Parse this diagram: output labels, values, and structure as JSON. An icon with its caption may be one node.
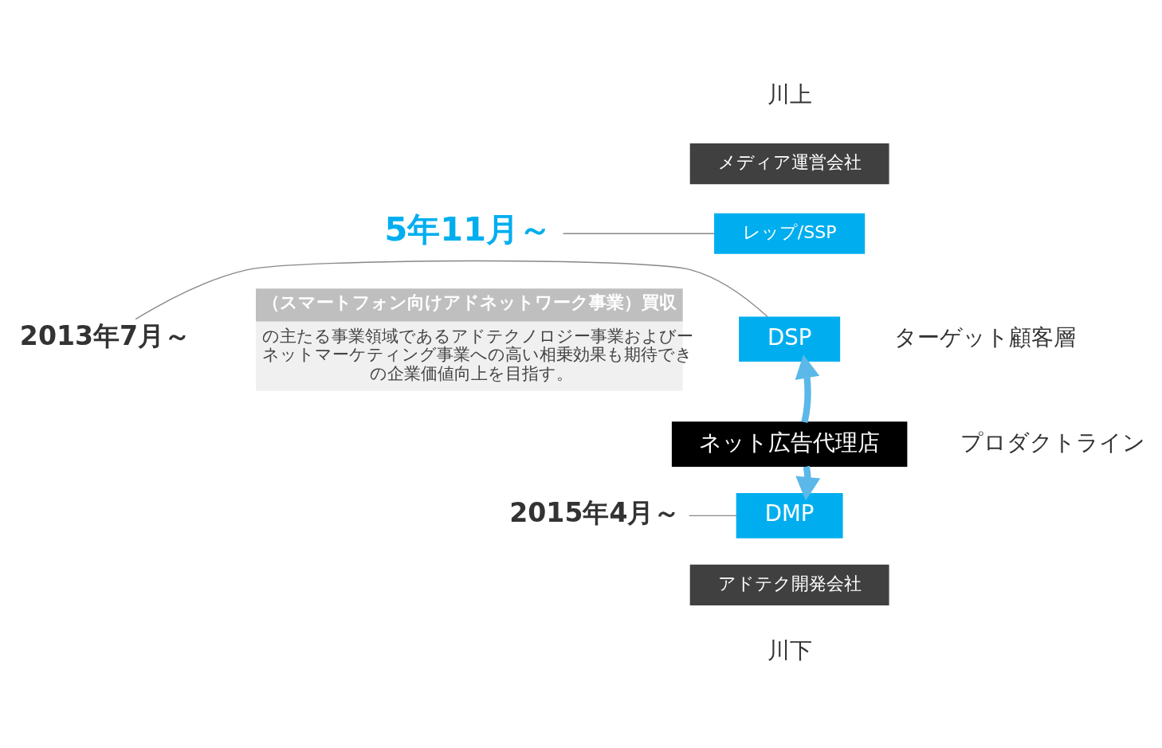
{
  "diagram": {
    "nodes": [
      {
        "text": [
          "メディア運営会社"
        ]
      },
      {
        "text": [
          "レップ/SSP"
        ]
      },
      {
        "text": [
          "DSP"
        ]
      },
      {
        "text": [
          "ネット広告代理店"
        ]
      },
      {
        "text": [
          "DMP"
        ]
      },
      {
        "text": [
          "アドテク開発会社"
        ]
      },
      {
        "text": [
          "5年11月～"
        ]
      },
      {
        "text": [
          "（スマートフォン向けアドネットワーク事業）買収",
          "の主たる事業領域であるアドテクノロジー事業およびーネットマーケティング事業への高い相乗効果も期待できの企業価値向上を目指す。"
        ]
      },
      {
        "text": [
          "2013年7月～"
        ]
      },
      {
        "text": [
          "2015年4月～"
        ]
      }
    ],
    "edges": [
      {
        "from": 6,
        "to": 1,
        "arrow": "none"
      },
      {
        "from": 8,
        "to": 2,
        "arrow": "none"
      },
      {
        "from": 9,
        "to": 4,
        "arrow": "none"
      },
      {
        "from": 3,
        "to": 2,
        "arrow": "to",
        "style": "thick",
        "color": "#5bb8e8"
      },
      {
        "from": 3,
        "to": 4,
        "arrow": "to",
        "style": "thick",
        "color": "#5bb8e8"
      }
    ],
    "labels": [
      "川上",
      "ターゲット顧客層",
      "プロダクトライン",
      "川下"
    ]
  }
}
